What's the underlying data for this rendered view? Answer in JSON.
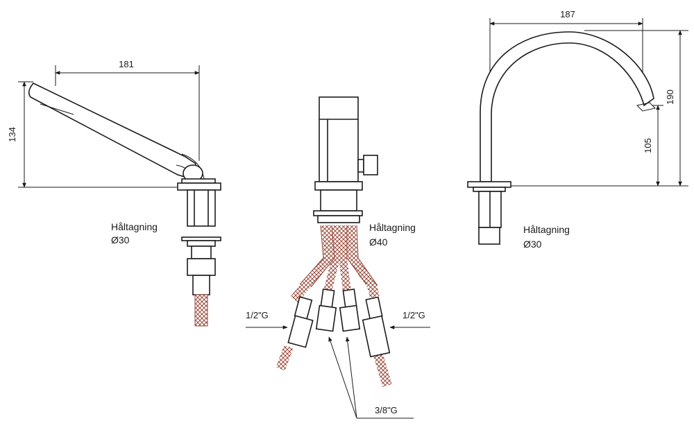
{
  "hand_shower": {
    "dim_width": "181",
    "dim_height": "134",
    "hole_label": "Håltagning",
    "hole_diameter": "Ø30"
  },
  "valve": {
    "hole_label": "Håltagning",
    "hole_diameter": "Ø40",
    "inlet_left": "1/2\"G",
    "inlet_right": "1/2\"G",
    "outlet_thread": "3/8\"G"
  },
  "spout": {
    "dim_reach": "187",
    "dim_total_height": "190",
    "dim_outlet_height": "105",
    "hole_label": "Håltagning",
    "hole_diameter": "Ø30"
  },
  "colors": {
    "line": "#1a1a1a",
    "hose": "#9a4b3c"
  }
}
